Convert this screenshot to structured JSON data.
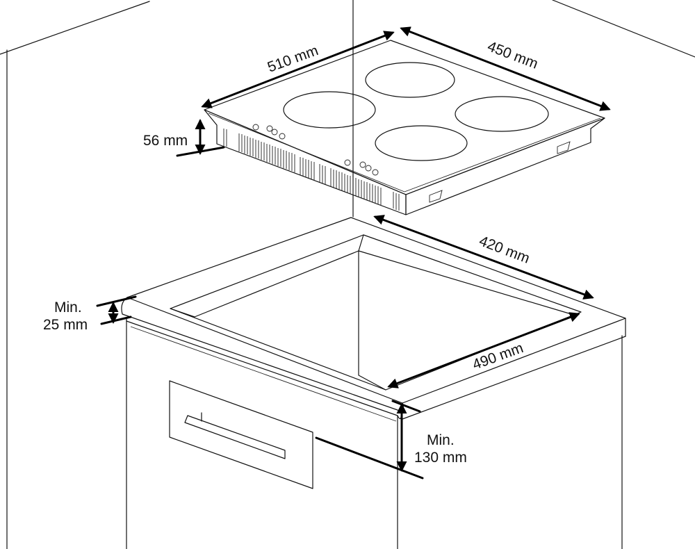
{
  "dimensions": {
    "hob_width": "510 mm",
    "hob_depth": "450 mm",
    "hob_height": "56 mm",
    "cutout_depth": "420 mm",
    "cutout_width": "490 mm",
    "worktop_min_line1": "Min.",
    "worktop_min_line2": "25 mm",
    "clearance_min_line1": "Min.",
    "clearance_min_line2": "130 mm"
  }
}
